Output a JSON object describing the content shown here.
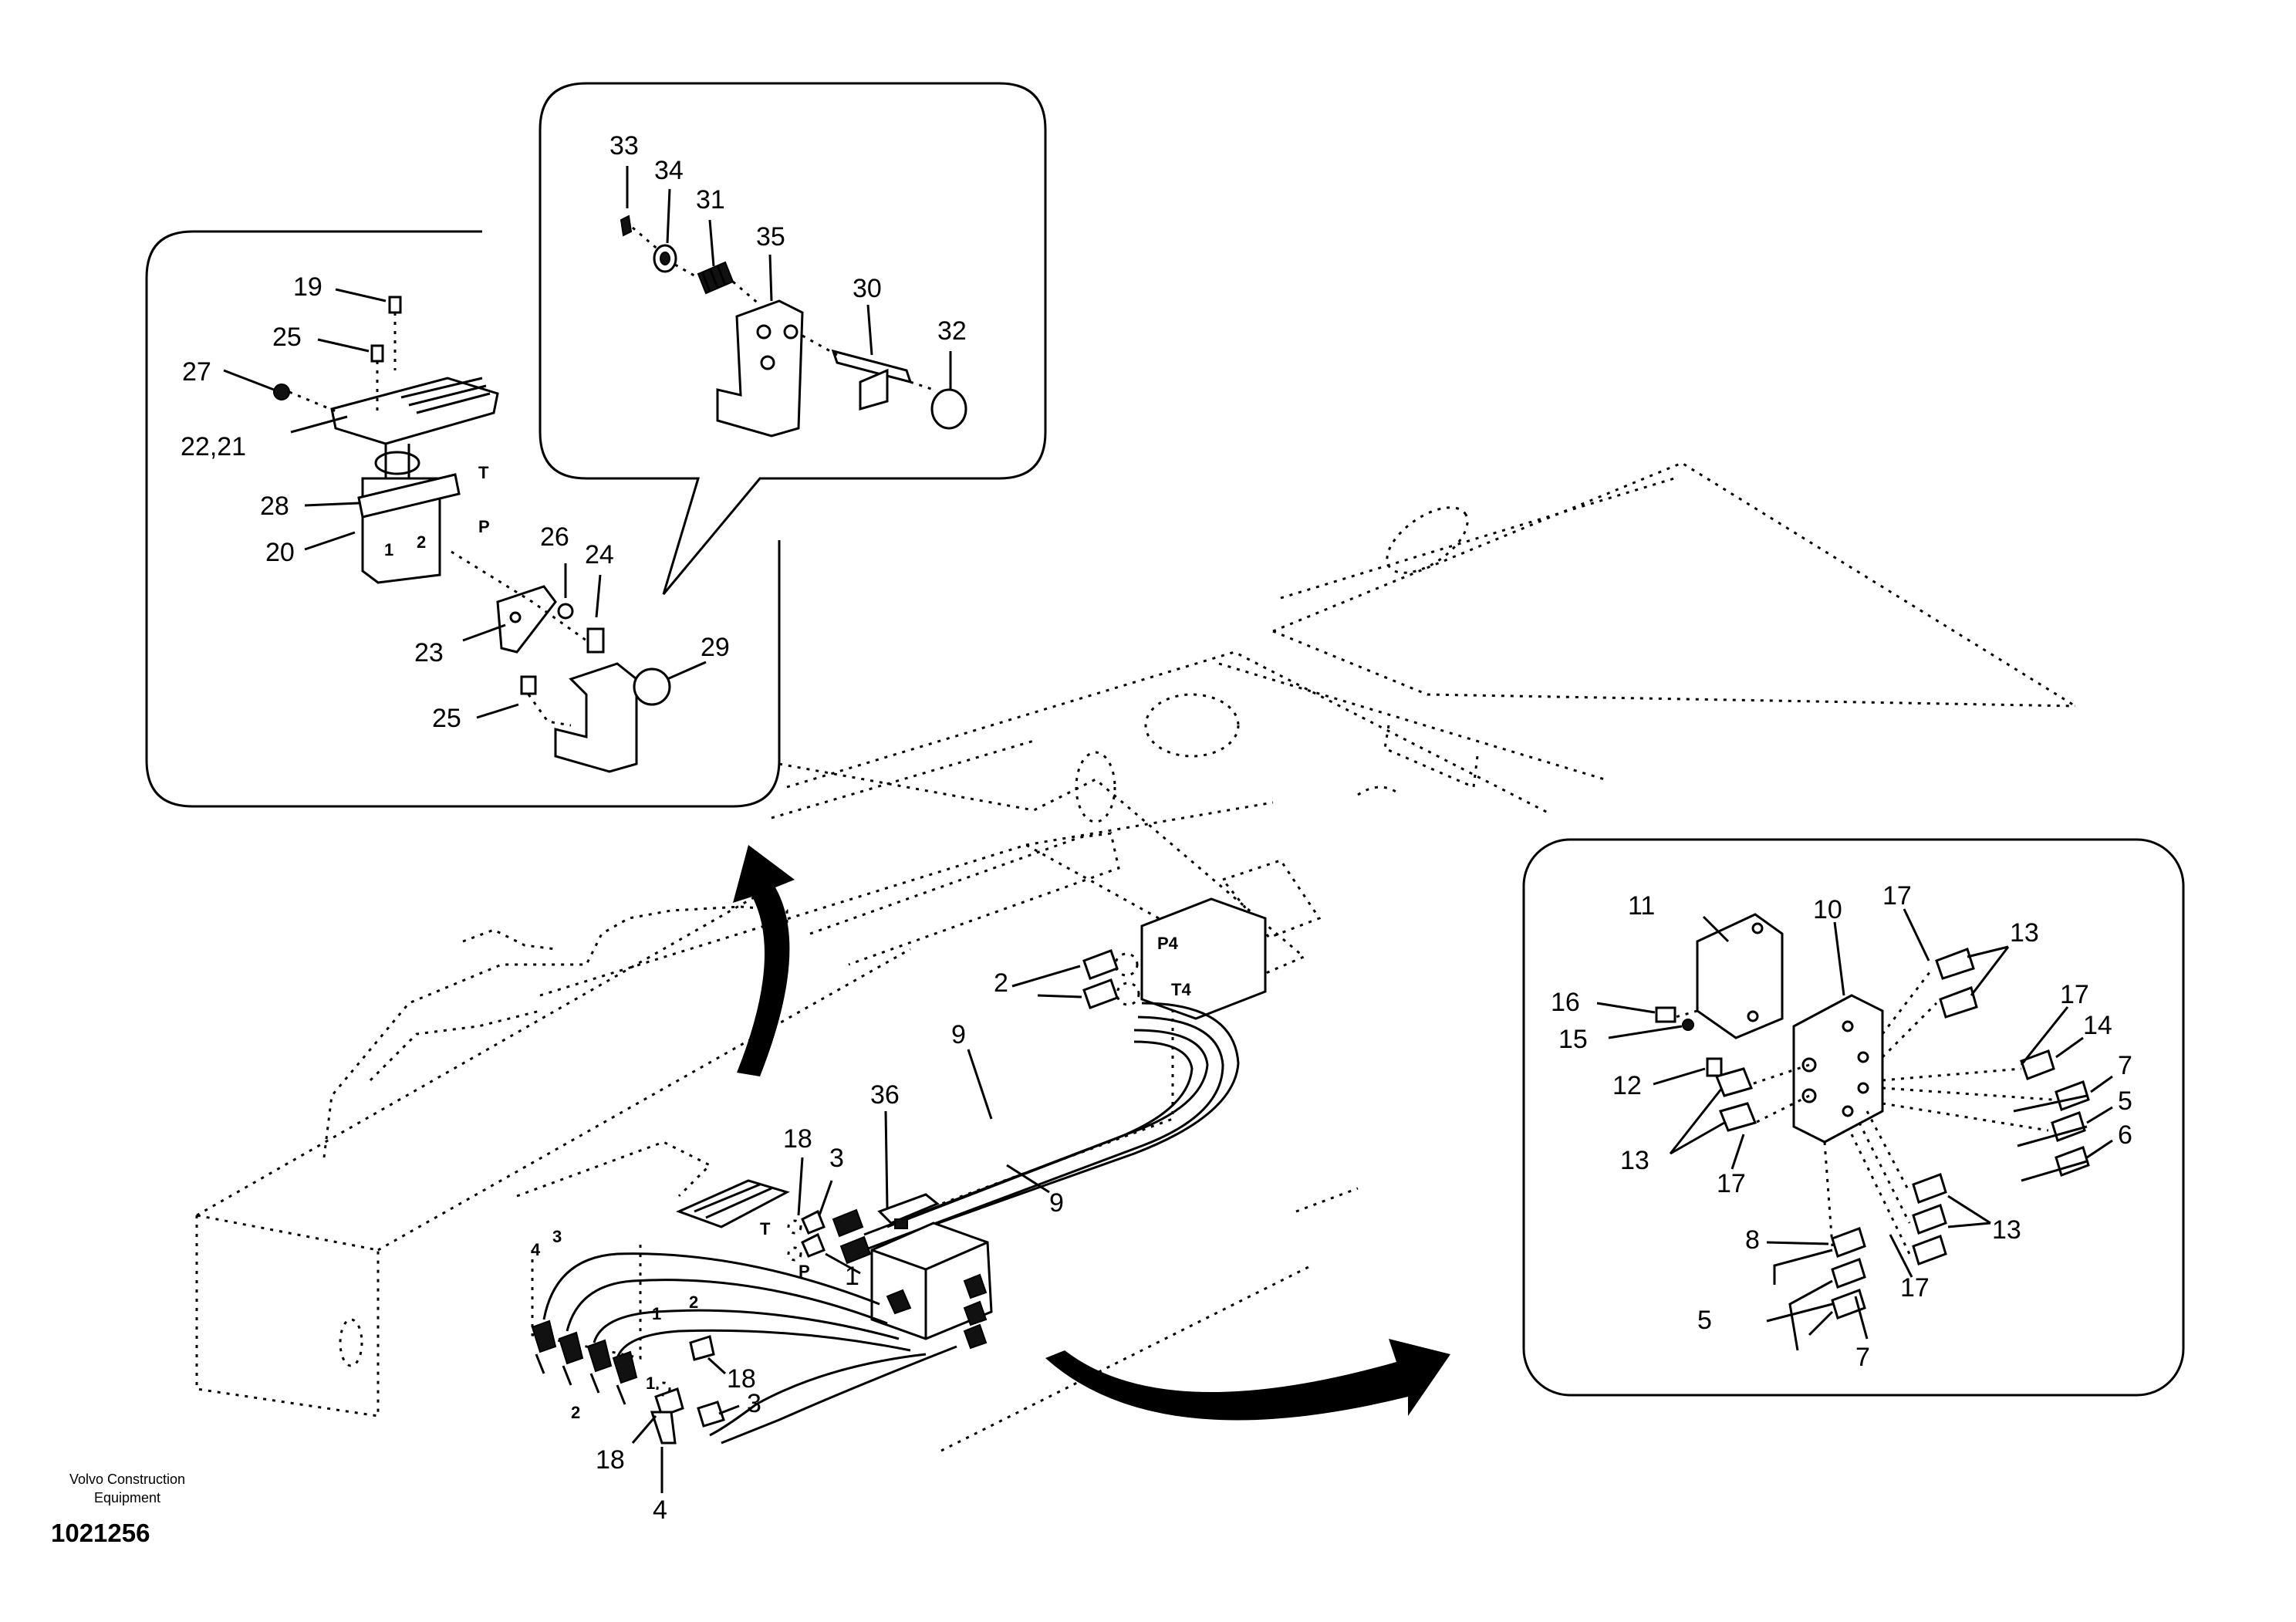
{
  "labels": {
    "l1": "1",
    "l2": "2",
    "l3": "3",
    "l4": "4",
    "l5": "5",
    "l6": "6",
    "l7": "7",
    "l8": "8",
    "l9": "9",
    "l10": "10",
    "l11": "11",
    "l12": "12",
    "l13": "13",
    "l14": "14",
    "l15": "15",
    "l16": "16",
    "l17": "17",
    "l18": "18",
    "l19": "19",
    "l20": "20",
    "l22_21": "22,21",
    "l23": "23",
    "l24": "24",
    "l25": "25",
    "l26": "26",
    "l27": "27",
    "l28": "28",
    "l29": "29",
    "l30": "30",
    "l31": "31",
    "l32": "32",
    "l33": "33",
    "l34": "34",
    "l35": "35",
    "l36": "36"
  },
  "port_marks": {
    "T": "T",
    "P": "P",
    "P4": "P4",
    "T4": "T4",
    "one": "1",
    "two": "2",
    "three": "3",
    "four": "4"
  },
  "footer": {
    "brand": "Volvo Construction Equipment",
    "drawing_number": "1021256"
  }
}
